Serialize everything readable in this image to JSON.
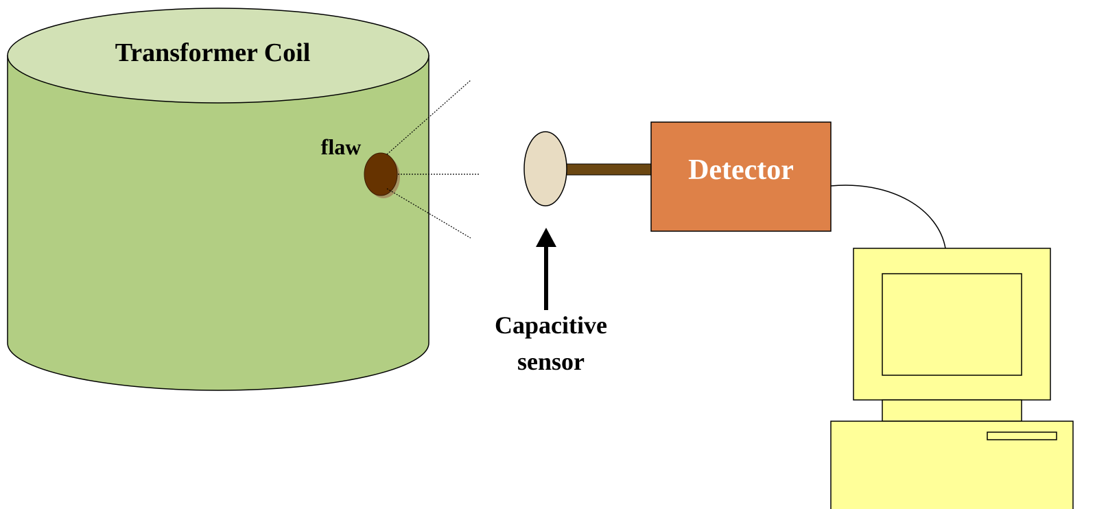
{
  "labels": {
    "transformer_coil": "Transformer Coil",
    "flaw": "flaw",
    "detector": "Detector",
    "sensor_line1": "Capacitive",
    "sensor_line2": "sensor"
  },
  "colors": {
    "cylinder_body": "#b2ce83",
    "cylinder_top": "#d2e1b5",
    "flaw": "#663300",
    "sensor_plate": "#e8dcc2",
    "sensor_rod": "#6b4712",
    "detector_fill": "#de8148",
    "detector_text": "#ffffff",
    "computer_fill": "#ffff99",
    "outline": "#000000"
  },
  "icons": {
    "computer": "computer-icon",
    "arrow": "arrow-up-icon"
  }
}
